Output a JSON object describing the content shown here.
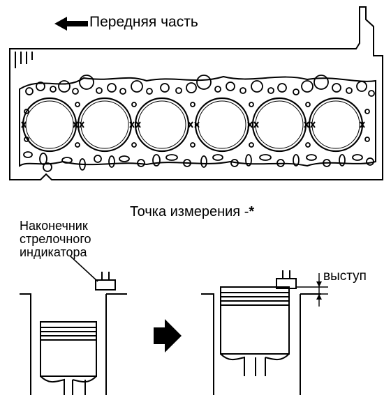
{
  "labels": {
    "front": "Передняя часть",
    "measure_point": "Точка измерения -",
    "indicator_tip": [
      "Наконечник",
      "стрелочного",
      "индикатора"
    ],
    "protrusion": "выступ"
  },
  "marks": {
    "measure_symbol": "*"
  },
  "icons": {
    "direction_arrow": "arrow-left-icon",
    "transition_arrow": "arrow-right-icon"
  },
  "colors": {
    "ink": "#000000",
    "paper": "#ffffff"
  }
}
